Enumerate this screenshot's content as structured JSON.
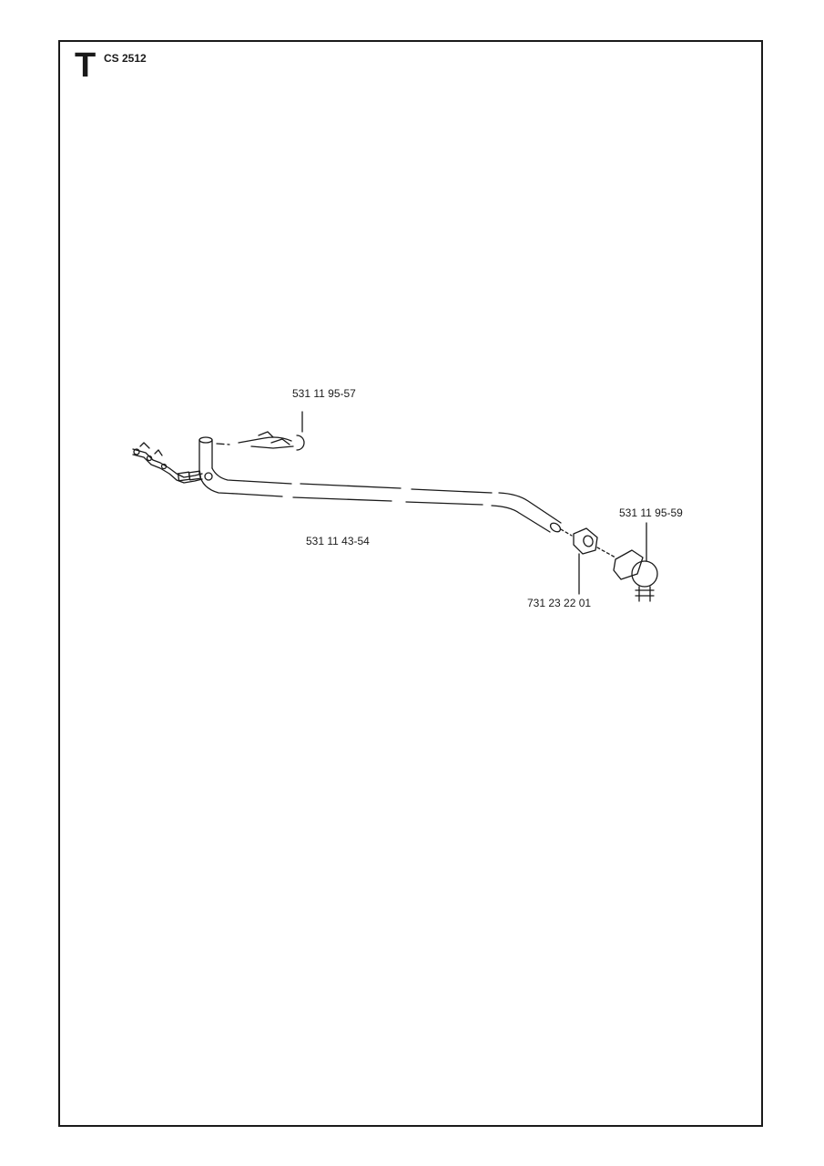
{
  "header": {
    "section_letter": "T",
    "model": "CS 2512"
  },
  "parts": [
    {
      "id": "clip",
      "number": "531 11 95-57"
    },
    {
      "id": "rod",
      "number": "531 11 43-54"
    },
    {
      "id": "ball-joint",
      "number": "531 11 95-59"
    },
    {
      "id": "nut",
      "number": "731 23 22 01"
    }
  ]
}
